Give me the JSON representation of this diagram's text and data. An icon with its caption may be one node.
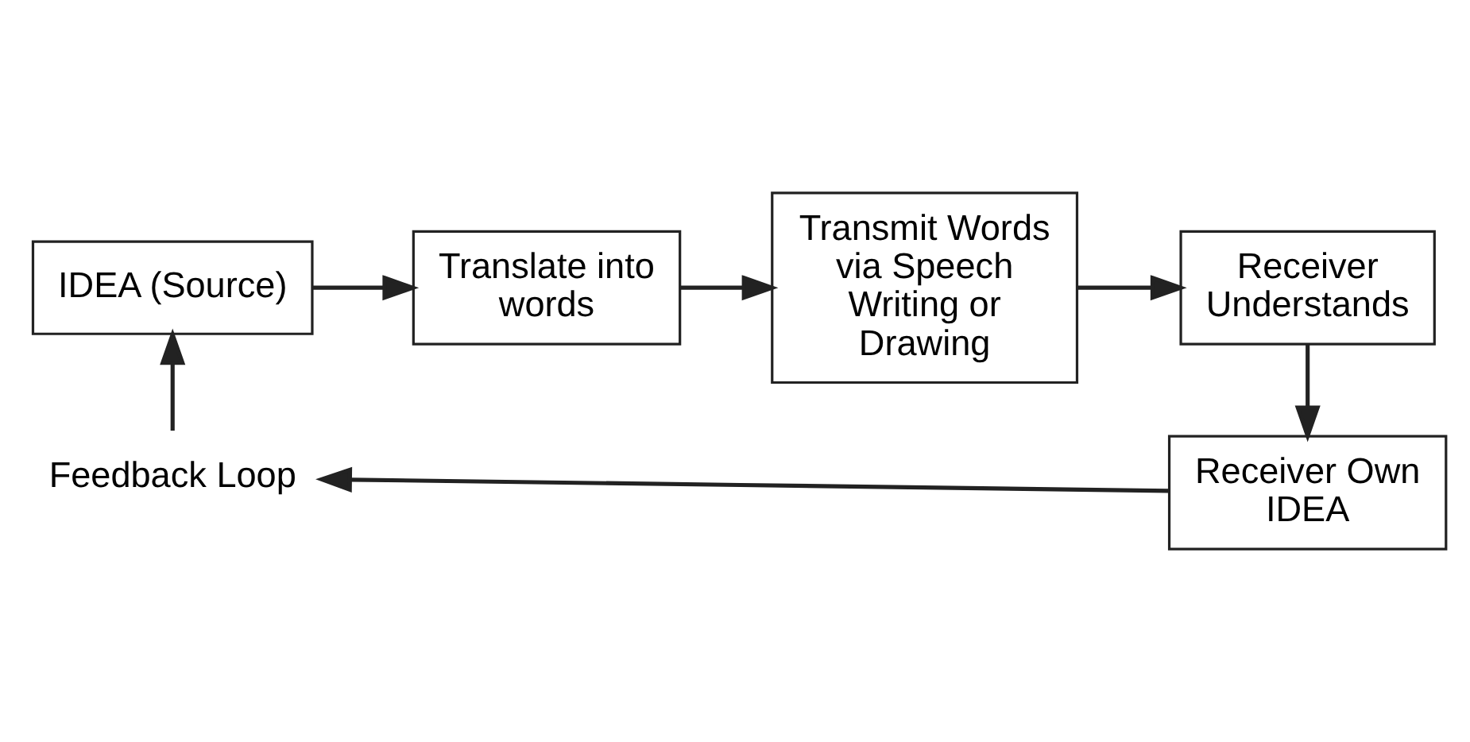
{
  "diagram": {
    "nodes": [
      {
        "text": [
          "IDEA (Source)"
        ]
      },
      {
        "text": [
          "Translate into words"
        ]
      },
      {
        "text": [
          "Transmit Words via Speech Writing or Drawing"
        ]
      },
      {
        "text": [
          "Receiver Understands"
        ]
      },
      {
        "text": [
          "Receiver Own IDEA"
        ]
      },
      {
        "text": [
          "Feedback Loop"
        ]
      }
    ],
    "edges": [
      {
        "from": 0,
        "to": 1,
        "arrow": "to"
      },
      {
        "from": 1,
        "to": 2,
        "arrow": "to"
      },
      {
        "from": 2,
        "to": 3,
        "arrow": "to"
      },
      {
        "from": 3,
        "to": 4,
        "arrow": "to"
      },
      {
        "from": 4,
        "to": 5,
        "arrow": "to"
      },
      {
        "from": 5,
        "to": 0,
        "arrow": "to"
      }
    ]
  }
}
